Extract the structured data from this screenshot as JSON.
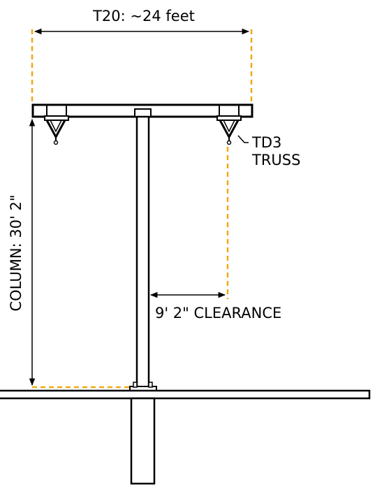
{
  "labels": {
    "span": "T20:  ~24 feet",
    "truss_line1": "TD3",
    "truss_line2": "TRUSS",
    "column": "COLUMN: 30' 2\"",
    "clearance": "9' 2\" CLEARANCE"
  },
  "colors": {
    "outline": "#000000",
    "dimension_dashed": "#f0a814",
    "background": "#ffffff"
  }
}
